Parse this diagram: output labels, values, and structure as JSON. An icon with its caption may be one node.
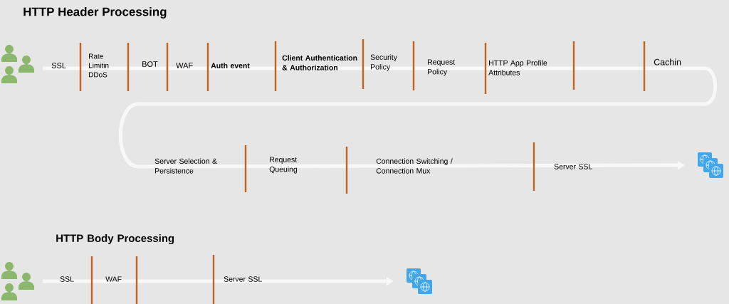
{
  "diagram": {
    "title": "HTTP Header Processing",
    "nodes": [
      {
        "text": [],
        "shape": "person"
      },
      {
        "text": [],
        "shape": "picture"
      },
      {
        "text": [],
        "shape": "person"
      },
      {
        "text": [],
        "shape": "picture"
      }
    ],
    "edges": [
      {
        "from": 0,
        "to": 1,
        "arrow": "to"
      },
      {
        "from": 2,
        "to": 3,
        "arrow": "to"
      }
    ],
    "labels": [
      "SSL",
      "Rate Limitin DDoS",
      "BOT",
      "WAF",
      "Auth event",
      "Client Authentication & Authorization",
      "Security Policy",
      "Request Policy",
      "HTTP App Profile Attributes",
      "Cachin",
      "Server Selection & Persistence",
      "Request Queuing",
      "Connection Switching / Connection Mux",
      "Server SSL",
      "HTTP Body Processing",
      "SSL",
      "WAF",
      "Server SSL"
    ]
  }
}
